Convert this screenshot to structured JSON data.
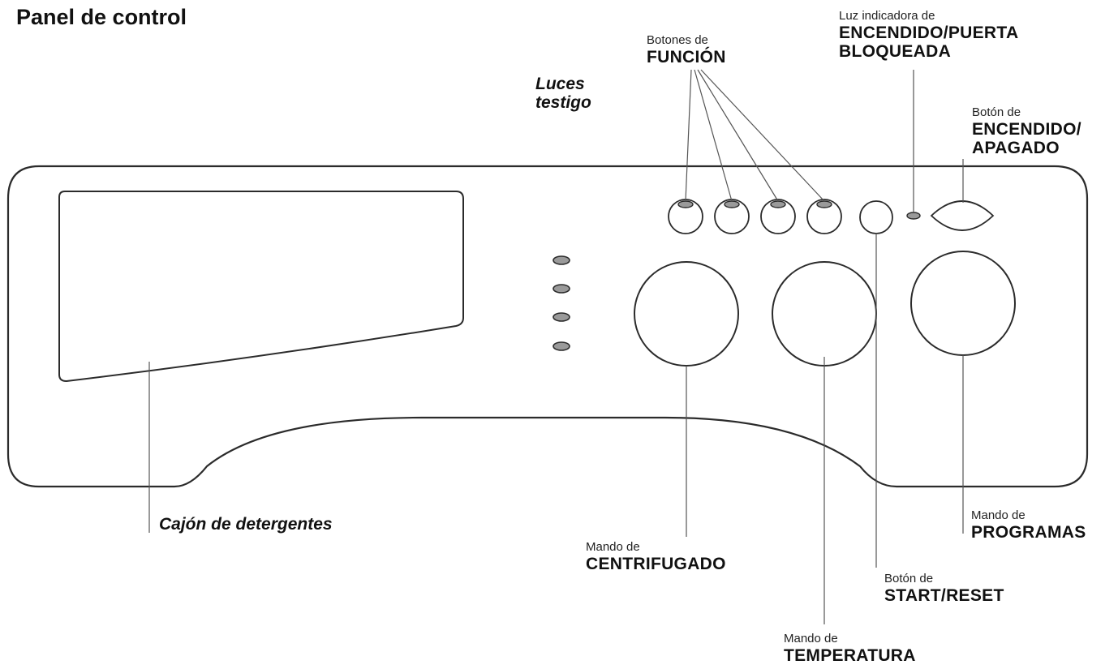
{
  "title": "Panel de control",
  "labels": {
    "botones_funcion": {
      "small": "Botones de",
      "big": "FUNCIÓN"
    },
    "luz_indicadora": {
      "small": "Luz indicadora de",
      "big1": "ENCENDIDO/PUERTA",
      "big2": "BLOQUEADA"
    },
    "luces_testigo": {
      "line1": "Luces",
      "line2": "testigo"
    },
    "boton_encendido": {
      "small": "Botón de",
      "big1": "ENCENDIDO/",
      "big2": "APAGADO"
    },
    "cajon": "Cajón de detergentes",
    "mando_centrifugado": {
      "small": "Mando de",
      "big": "CENTRIFUGADO"
    },
    "mando_temperatura": {
      "small": "Mando de",
      "big": "TEMPERATURA"
    },
    "boton_start": {
      "small": "Botón de",
      "big": "START/RESET"
    },
    "mando_programas": {
      "small": "Mando de",
      "big": "PROGRAMAS"
    }
  },
  "colors": {
    "stroke": "#2b2b2b",
    "led_fill": "#9a9a9a",
    "leader": "#555555"
  }
}
